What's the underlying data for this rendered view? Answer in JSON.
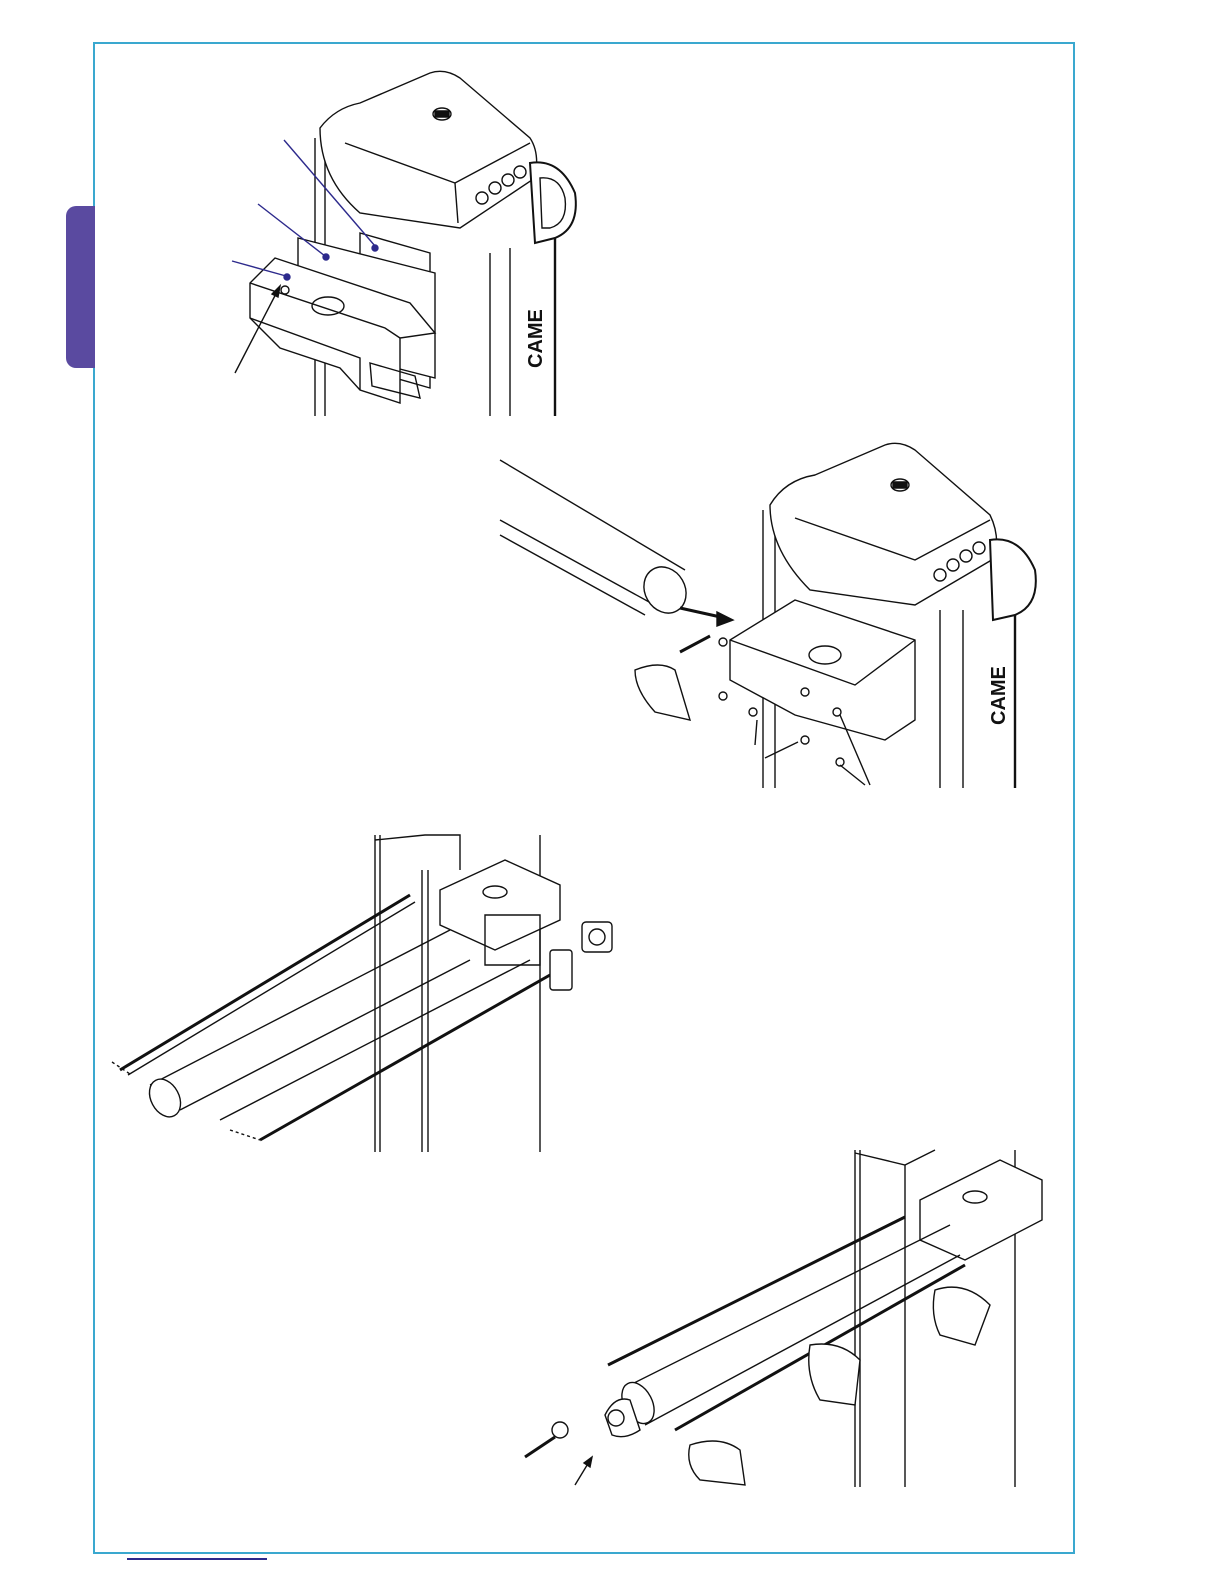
{
  "page": {
    "frame_color": "#3aa8cf",
    "tab_color": "#5a4aa0",
    "footer_rule_color": "#2d2a8c"
  },
  "figures": [
    {
      "id": "fig-bracket",
      "brand": "CAME"
    },
    {
      "id": "fig-boom-attach",
      "brand": "CAME"
    },
    {
      "id": "fig-rails"
    },
    {
      "id": "fig-end-cap"
    }
  ]
}
